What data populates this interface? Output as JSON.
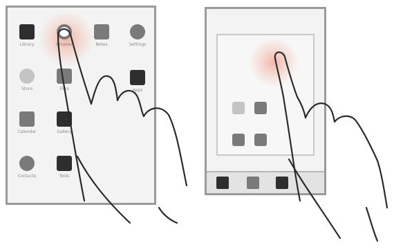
{
  "left_screen": {
    "apps": [
      {
        "name": "Library",
        "style": "dark"
      },
      {
        "name": "Browser",
        "style": "ring"
      },
      {
        "name": "Notes",
        "style": "mid"
      },
      {
        "name": "Settings",
        "style": "mid round"
      },
      {
        "name": "Store",
        "style": "light round"
      },
      {
        "name": "Files",
        "style": "mid"
      },
      {
        "name": "Apps",
        "style": "dark"
      },
      {
        "name": "Calendar",
        "style": "mid"
      },
      {
        "name": "Gallery",
        "style": "dark"
      },
      {
        "name": "Contacts",
        "style": "mid round"
      },
      {
        "name": "Tools",
        "style": "dark"
      }
    ]
  },
  "right_screen": {
    "title": "",
    "apps": [
      {
        "name": "",
        "style": "light"
      },
      {
        "name": "",
        "style": "mid"
      },
      {
        "name": "",
        "style": "mid"
      },
      {
        "name": "",
        "style": "mid"
      }
    ],
    "dock": [
      "dark",
      "mid",
      "dark"
    ]
  },
  "colors": {
    "touch_highlight": "#f0a090",
    "hand_outline": "#2a2a2a",
    "frame": "#9a9a9a"
  }
}
